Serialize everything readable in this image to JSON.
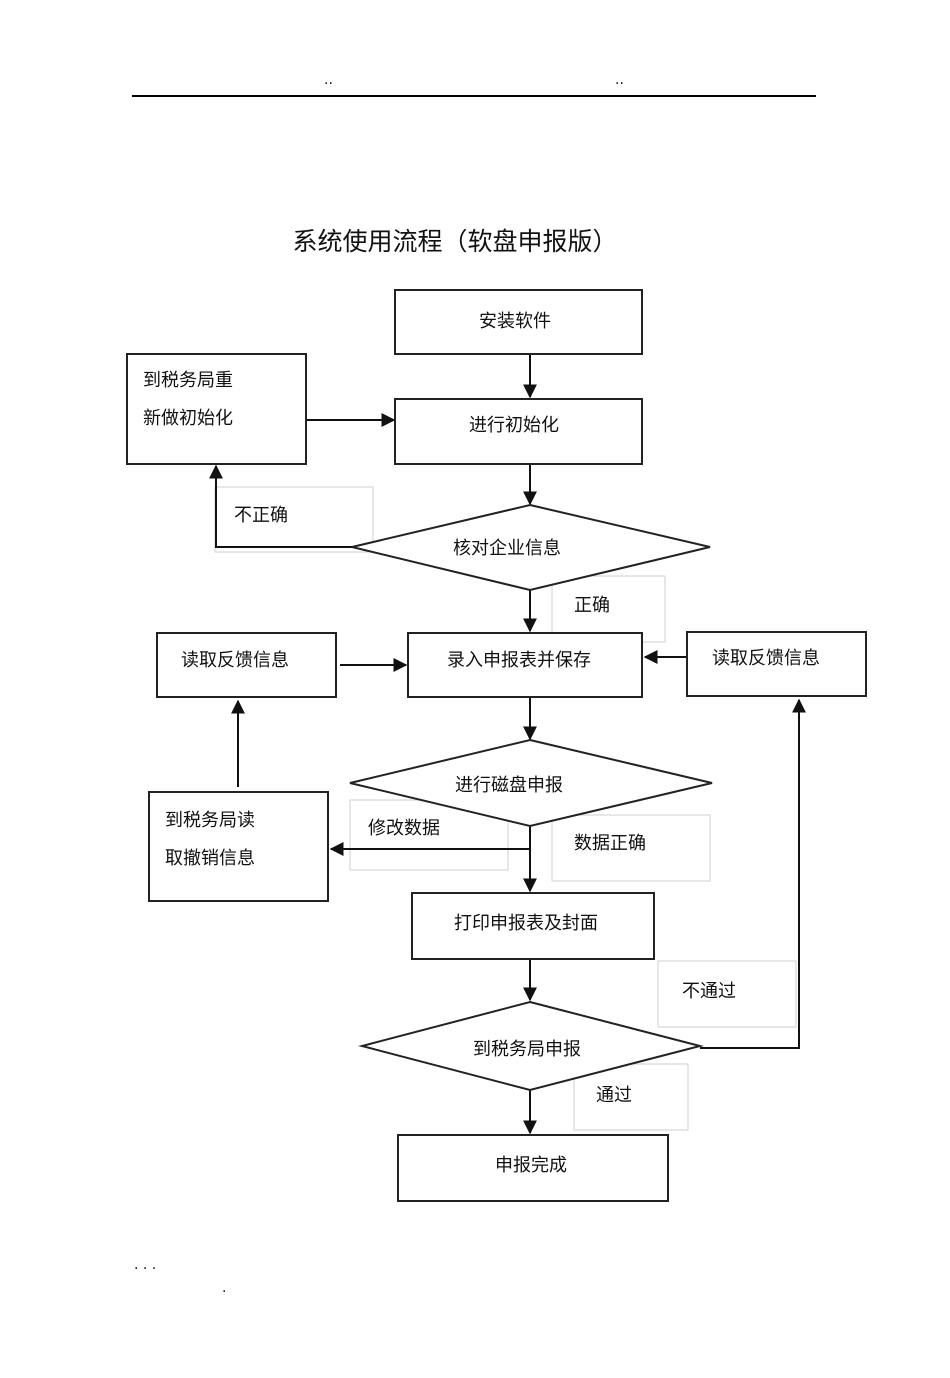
{
  "header": {
    "left_mark": "..",
    "right_mark": ".."
  },
  "title": "系统使用流程（软盘申报版）",
  "nodes": {
    "install": "安装软件",
    "reinit_line1": "到税务局重",
    "reinit_line2": "新做初始化",
    "init": "进行初始化",
    "check": "核对企业信息",
    "read_left": "读取反馈信息",
    "enter": "录入申报表并保存",
    "read_right": "读取反馈信息",
    "disk": "进行磁盘申报",
    "revoke_line1": "到税务局读",
    "revoke_line2": "取撤销信息",
    "print": "打印申报表及封面",
    "submit": "到税务局申报",
    "done": "申报完成"
  },
  "edge_labels": {
    "incorrect": "不正确",
    "correct": "正确",
    "modify": "修改数据",
    "data_correct": "数据正确",
    "not_pass": "不通过",
    "pass": "通过"
  },
  "footer": {
    "dots": ". . .",
    "dot": "."
  }
}
